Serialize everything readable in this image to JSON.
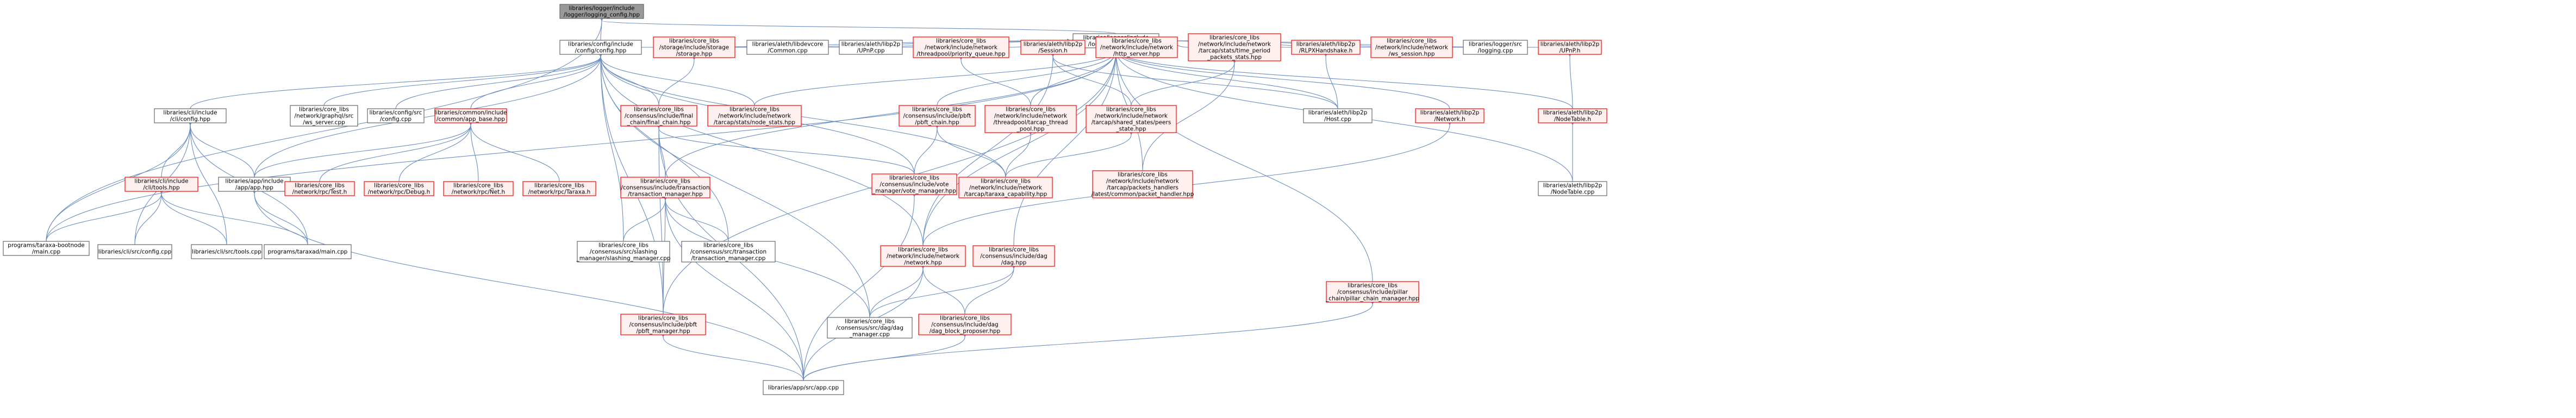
{
  "colors": {
    "root_fill": "#999999",
    "root_stroke": "#666666",
    "normal_fill": "#ffffff",
    "normal_stroke": "#666666",
    "ref_fill": "#fff0f0",
    "ref_stroke": "#ff0000",
    "edge": "#6c8ebf"
  },
  "nodes": [
    {
      "id": "logging_config",
      "lines": [
        "libraries/logger/include",
        "/logger/logging_config.hpp"
      ],
      "style": "root"
    },
    {
      "id": "logging",
      "lines": [
        "libraries/logger/include",
        "/logger/logging.hpp"
      ],
      "style": "normal"
    },
    {
      "id": "config_hpp",
      "lines": [
        "libraries/config/include",
        "/config/config.hpp"
      ],
      "style": "normal"
    },
    {
      "id": "storage_hpp",
      "lines": [
        "libraries/core_libs",
        "/storage/include/storage",
        "/storage.hpp"
      ],
      "style": "ref"
    },
    {
      "id": "devcore_common",
      "lines": [
        "libraries/aleth/libdevcore",
        "/Common.cpp"
      ],
      "style": "normal"
    },
    {
      "id": "upnp_cpp",
      "lines": [
        "libraries/aleth/libp2p",
        "/UPnP.cpp"
      ],
      "style": "normal"
    },
    {
      "id": "priority_queue",
      "lines": [
        "libraries/core_libs",
        "/network/include/network",
        "/threadpool/priority_queue.hpp"
      ],
      "style": "ref"
    },
    {
      "id": "session_h",
      "lines": [
        "libraries/aleth/libp2p",
        "/Session.h"
      ],
      "style": "ref"
    },
    {
      "id": "http_server",
      "lines": [
        "libraries/core_libs",
        "/network/include/network",
        "/http_server.hpp"
      ],
      "style": "ref"
    },
    {
      "id": "time_period",
      "lines": [
        "libraries/core_libs",
        "/network/include/network",
        "/tarcap/stats/time_period",
        "_packets_stats.hpp"
      ],
      "style": "ref"
    },
    {
      "id": "rlpx_handshake",
      "lines": [
        "libraries/aleth/libp2p",
        "/RLPXHandshake.h"
      ],
      "style": "ref"
    },
    {
      "id": "ws_session",
      "lines": [
        "libraries/core_libs",
        "/network/include/network",
        "/ws_session.hpp"
      ],
      "style": "ref"
    },
    {
      "id": "logging_cpp",
      "lines": [
        "libraries/logger/src",
        "/logging.cpp"
      ],
      "style": "normal"
    },
    {
      "id": "upnp_h",
      "lines": [
        "libraries/aleth/libp2p",
        "/UPnP.h"
      ],
      "style": "ref"
    },
    {
      "id": "cli_config",
      "lines": [
        "libraries/cli/include",
        "/cli/config.hpp"
      ],
      "style": "normal"
    },
    {
      "id": "graphql_ws",
      "lines": [
        "libraries/core_libs",
        "/network/graphql/src",
        "/ws_server.cpp"
      ],
      "style": "normal"
    },
    {
      "id": "config_cpp",
      "lines": [
        "libraries/config/src",
        "/config.cpp"
      ],
      "style": "normal"
    },
    {
      "id": "app_base",
      "lines": [
        "libraries/common/include",
        "/common/app_base.hpp"
      ],
      "style": "ref"
    },
    {
      "id": "final_chain",
      "lines": [
        "libraries/core_libs",
        "/consensus/include/final",
        "_chain/final_chain.hpp"
      ],
      "style": "ref"
    },
    {
      "id": "node_stats",
      "lines": [
        "libraries/core_libs",
        "/network/include/network",
        "/tarcap/stats/node_stats.hpp"
      ],
      "style": "ref"
    },
    {
      "id": "pbft_chain",
      "lines": [
        "libraries/core_libs",
        "/consensus/include/pbft",
        "/pbft_chain.hpp"
      ],
      "style": "ref"
    },
    {
      "id": "tarcap_thread_pool",
      "lines": [
        "libraries/core_libs",
        "/network/include/network",
        "/threadpool/tarcap_thread",
        "_pool.hpp"
      ],
      "style": "ref"
    },
    {
      "id": "peers_state",
      "lines": [
        "libraries/core_libs",
        "/network/include/network",
        "/tarcap/shared_states/peers",
        "_state.hpp"
      ],
      "style": "ref"
    },
    {
      "id": "host_cpp",
      "lines": [
        "libraries/aleth/libp2p",
        "/Host.cpp"
      ],
      "style": "normal"
    },
    {
      "id": "network_h",
      "lines": [
        "libraries/aleth/libp2p",
        "/Network.h"
      ],
      "style": "ref"
    },
    {
      "id": "nodetable_h",
      "lines": [
        "libraries/aleth/libp2p",
        "/NodeTable.h"
      ],
      "style": "ref"
    },
    {
      "id": "cli_tools",
      "lines": [
        "libraries/cli/include",
        "/cli/tools.hpp"
      ],
      "style": "ref"
    },
    {
      "id": "app_hpp",
      "lines": [
        "libraries/app/include",
        "/app/app.hpp"
      ],
      "style": "normal"
    },
    {
      "id": "rpc_test",
      "lines": [
        "libraries/core_libs",
        "/network/rpc/Test.h"
      ],
      "style": "ref"
    },
    {
      "id": "rpc_debug",
      "lines": [
        "libraries/core_libs",
        "/network/rpc/Debug.h"
      ],
      "style": "ref"
    },
    {
      "id": "rpc_net",
      "lines": [
        "libraries/core_libs",
        "/network/rpc/Net.h"
      ],
      "style": "ref"
    },
    {
      "id": "rpc_taraxa",
      "lines": [
        "libraries/core_libs",
        "/network/rpc/Taraxa.h"
      ],
      "style": "ref"
    },
    {
      "id": "transaction_manager_hpp",
      "lines": [
        "libraries/core_libs",
        "/consensus/include/transaction",
        "/transaction_manager.hpp"
      ],
      "style": "ref"
    },
    {
      "id": "vote_manager",
      "lines": [
        "libraries/core_libs",
        "/consensus/include/vote",
        "_manager/vote_manager.hpp"
      ],
      "style": "ref"
    },
    {
      "id": "taraxa_capability",
      "lines": [
        "libraries/core_libs",
        "/network/include/network",
        "/tarcap/taraxa_capability.hpp"
      ],
      "style": "ref"
    },
    {
      "id": "packet_handler",
      "lines": [
        "libraries/core_libs",
        "/network/include/network",
        "/tarcap/packets_handlers",
        "/latest/common/packet_handler.hpp"
      ],
      "style": "ref"
    },
    {
      "id": "nodetable_cpp",
      "lines": [
        "libraries/aleth/libp2p",
        "/NodeTable.cpp"
      ],
      "style": "normal"
    },
    {
      "id": "bootnode_main",
      "lines": [
        "programs/taraxa-bootnode",
        "/main.cpp"
      ],
      "style": "normal"
    },
    {
      "id": "cli_config_cpp",
      "lines": [
        "libraries/cli/src/config.cpp"
      ],
      "style": "normal"
    },
    {
      "id": "cli_tools_cpp",
      "lines": [
        "libraries/cli/src/tools.cpp"
      ],
      "style": "normal"
    },
    {
      "id": "taraxad_main",
      "lines": [
        "programs/taraxad/main.cpp"
      ],
      "style": "normal"
    },
    {
      "id": "slashing_manager",
      "lines": [
        "libraries/core_libs",
        "/consensus/src/slashing",
        "_manager/slashing_manager.cpp"
      ],
      "style": "normal"
    },
    {
      "id": "transaction_manager_cpp",
      "lines": [
        "libraries/core_libs",
        "/consensus/src/transaction",
        "/transaction_manager.cpp"
      ],
      "style": "normal"
    },
    {
      "id": "network_hpp",
      "lines": [
        "libraries/core_libs",
        "/network/include/network",
        "/network.hpp"
      ],
      "style": "ref"
    },
    {
      "id": "dag_hpp",
      "lines": [
        "libraries/core_libs",
        "/consensus/include/dag",
        "/dag.hpp"
      ],
      "style": "ref"
    },
    {
      "id": "pillar_chain_manager",
      "lines": [
        "libraries/core_libs",
        "/consensus/include/pillar",
        "_chain/pillar_chain_manager.hpp"
      ],
      "style": "ref"
    },
    {
      "id": "dag_manager_cpp",
      "lines": [
        "libraries/core_libs",
        "/consensus/src/dag/dag",
        "_manager.cpp"
      ],
      "style": "normal"
    },
    {
      "id": "dag_block_proposer",
      "lines": [
        "libraries/core_libs",
        "/consensus/include/dag",
        "/dag_block_proposer.hpp"
      ],
      "style": "ref"
    },
    {
      "id": "pbft_manager",
      "lines": [
        "libraries/core_libs",
        "/consensus/include/pbft",
        "/pbft_manager.hpp"
      ],
      "style": "ref"
    },
    {
      "id": "app_cpp",
      "lines": [
        "libraries/app/src/app.cpp"
      ],
      "style": "normal"
    }
  ],
  "edges": [
    [
      "logging",
      "logging_config"
    ],
    [
      "config_hpp",
      "logging_config"
    ],
    [
      "bootnode_main",
      "logging_config"
    ],
    [
      "config_hpp",
      "logging"
    ],
    [
      "storage_hpp",
      "logging"
    ],
    [
      "devcore_common",
      "logging"
    ],
    [
      "upnp_cpp",
      "logging"
    ],
    [
      "priority_queue",
      "logging"
    ],
    [
      "session_h",
      "logging"
    ],
    [
      "http_server",
      "logging"
    ],
    [
      "time_period",
      "logging"
    ],
    [
      "rlpx_handshake",
      "logging"
    ],
    [
      "ws_session",
      "logging"
    ],
    [
      "logging_cpp",
      "logging"
    ],
    [
      "upnp_h",
      "logging"
    ],
    [
      "node_stats",
      "logging"
    ],
    [
      "pbft_chain",
      "logging"
    ],
    [
      "tarcap_thread_pool",
      "logging"
    ],
    [
      "host_cpp",
      "logging"
    ],
    [
      "network_h",
      "logging"
    ],
    [
      "nodetable_h",
      "logging"
    ],
    [
      "transaction_manager_hpp",
      "logging"
    ],
    [
      "packet_handler",
      "logging"
    ],
    [
      "nodetable_cpp",
      "logging"
    ],
    [
      "network_hpp",
      "logging"
    ],
    [
      "dag_hpp",
      "logging"
    ],
    [
      "pillar_chain_manager",
      "logging"
    ],
    [
      "pbft_manager",
      "logging"
    ],
    [
      "bootnode_main",
      "logging"
    ],
    [
      "cli_config",
      "config_hpp"
    ],
    [
      "graphql_ws",
      "config_hpp"
    ],
    [
      "config_cpp",
      "config_hpp"
    ],
    [
      "app_base",
      "config_hpp"
    ],
    [
      "final_chain",
      "config_hpp"
    ],
    [
      "node_stats",
      "config_hpp"
    ],
    [
      "app_hpp",
      "config_hpp"
    ],
    [
      "vote_manager",
      "config_hpp"
    ],
    [
      "taraxa_capability",
      "config_hpp"
    ],
    [
      "slashing_manager",
      "config_hpp"
    ],
    [
      "transaction_manager_cpp",
      "config_hpp"
    ],
    [
      "network_hpp",
      "config_hpp"
    ],
    [
      "dag_manager_cpp",
      "config_hpp"
    ],
    [
      "pbft_manager",
      "config_hpp"
    ],
    [
      "final_chain",
      "storage_hpp"
    ],
    [
      "tarcap_thread_pool",
      "priority_queue"
    ],
    [
      "peers_state",
      "session_h"
    ],
    [
      "host_cpp",
      "session_h"
    ],
    [
      "network_hpp",
      "session_h"
    ],
    [
      "peers_state",
      "time_period"
    ],
    [
      "packet_handler",
      "time_period"
    ],
    [
      "host_cpp",
      "rlpx_handshake"
    ],
    [
      "nodetable_h",
      "upnp_h"
    ],
    [
      "nodetable_cpp",
      "nodetable_h"
    ],
    [
      "network_hpp",
      "network_h"
    ],
    [
      "cli_tools",
      "cli_config"
    ],
    [
      "app_hpp",
      "cli_config"
    ],
    [
      "bootnode_main",
      "cli_config"
    ],
    [
      "cli_config_cpp",
      "cli_config"
    ],
    [
      "cli_tools_cpp",
      "cli_config"
    ],
    [
      "taraxad_main",
      "cli_config"
    ],
    [
      "app_hpp",
      "app_base"
    ],
    [
      "rpc_test",
      "app_base"
    ],
    [
      "rpc_debug",
      "app_base"
    ],
    [
      "rpc_net",
      "app_base"
    ],
    [
      "rpc_taraxa",
      "app_base"
    ],
    [
      "transaction_manager_hpp",
      "final_chain"
    ],
    [
      "vote_manager",
      "final_chain"
    ],
    [
      "pbft_manager",
      "final_chain"
    ],
    [
      "app_cpp",
      "final_chain"
    ],
    [
      "vote_manager",
      "pbft_chain"
    ],
    [
      "taraxa_capability",
      "pbft_chain"
    ],
    [
      "taraxa_capability",
      "tarcap_thread_pool"
    ],
    [
      "taraxa_capability",
      "peers_state"
    ],
    [
      "bootnode_main",
      "cli_tools"
    ],
    [
      "cli_config_cpp",
      "cli_tools"
    ],
    [
      "cli_tools_cpp",
      "cli_tools"
    ],
    [
      "taraxad_main",
      "cli_tools"
    ],
    [
      "taraxad_main",
      "app_hpp"
    ],
    [
      "app_cpp",
      "app_hpp"
    ],
    [
      "slashing_manager",
      "transaction_manager_hpp"
    ],
    [
      "transaction_manager_cpp",
      "transaction_manager_hpp"
    ],
    [
      "dag_manager_cpp",
      "transaction_manager_hpp"
    ],
    [
      "pbft_manager",
      "transaction_manager_hpp"
    ],
    [
      "app_cpp",
      "transaction_manager_hpp"
    ],
    [
      "app_cpp",
      "vote_manager"
    ],
    [
      "dag_manager_cpp",
      "network_hpp"
    ],
    [
      "dag_block_proposer",
      "network_hpp"
    ],
    [
      "app_cpp",
      "network_hpp"
    ],
    [
      "dag_manager_cpp",
      "dag_hpp"
    ],
    [
      "dag_block_proposer",
      "dag_hpp"
    ],
    [
      "app_cpp",
      "dag_block_proposer"
    ],
    [
      "app_cpp",
      "pbft_manager"
    ],
    [
      "app_cpp",
      "pillar_chain_manager"
    ]
  ]
}
